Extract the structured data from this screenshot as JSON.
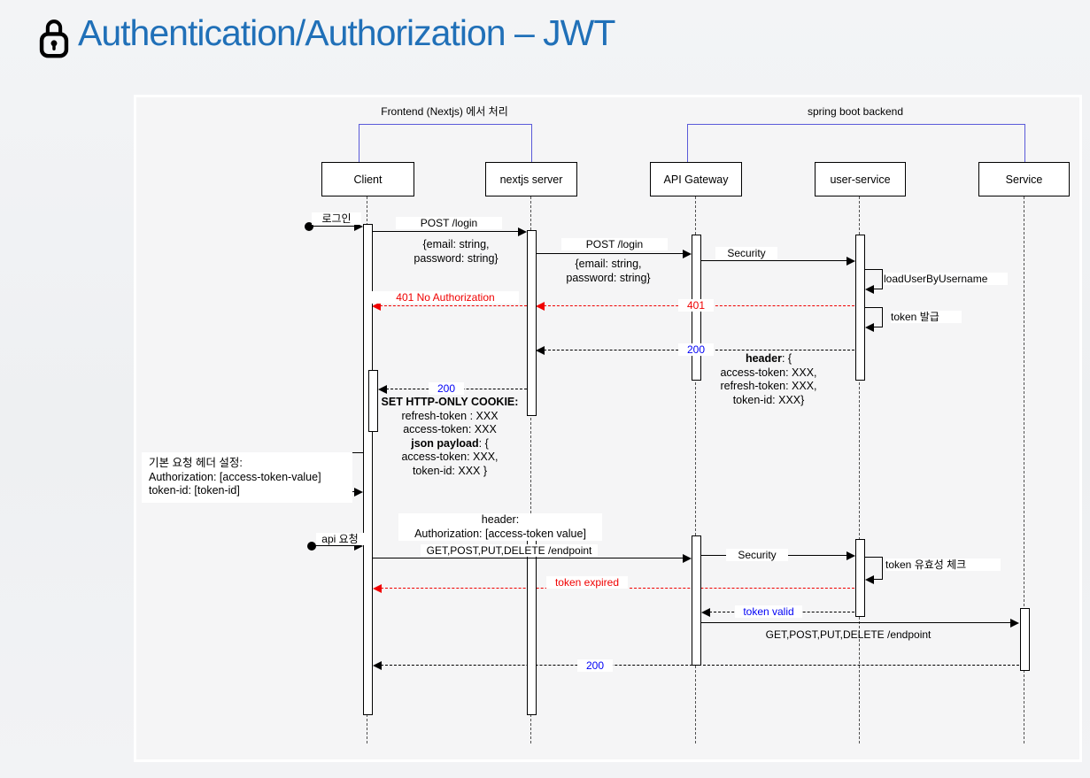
{
  "page": {
    "title": "Authentication/Authorization – JWT"
  },
  "colors": {
    "title_blue": "#2070b8",
    "group_bracket_blue": "#5a5ad9",
    "error_red": "#f00000",
    "status_blue": "#0000f5",
    "card_background": "#f5f5f6",
    "card_border": "#ffffff"
  },
  "diagram": {
    "groups": {
      "frontend": "Frontend (Nextjs) 에서 처리",
      "backend": "spring boot backend"
    },
    "participants": [
      "Client",
      "nextjs server",
      "API Gateway",
      "user-service",
      "Service"
    ],
    "messages": {
      "login_trigger": "로그인",
      "api_trigger": "api 요청",
      "post_login": "POST /login",
      "login_payload": "{email: string,\npassword: string}",
      "security": "Security",
      "load_user": "loadUserByUsername",
      "token_issue": "token 발급",
      "code_401": "401",
      "code_401_text": "401 No Authorization",
      "code_200": "200",
      "token_check": "token 유효성 체크",
      "token_expired": "token expired",
      "token_valid": "token valid",
      "endpoint_call": "GET,POST,PUT,DELETE /endpoint"
    },
    "notes": {
      "response_header": {
        "bold": "header",
        "rest": ": {",
        "line1": "access-token: XXX,",
        "line2": "refresh-token: XXX,",
        "line3": "token-id: XXX}"
      },
      "set_cookie": {
        "title": "SET HTTP-ONLY COOKIE:",
        "line1": "refresh-token : XXX",
        "line2": "access-token: XXX",
        "bold": "json payload",
        "bold_rest": ": {",
        "line3": "access-token: XXX,",
        "line4": "token-id: XXX }"
      },
      "default_header": {
        "line1": "기본 요청 헤더 설정:",
        "line2": "Authorization: [access-token-value]",
        "line3": "token-id: [token-id]"
      },
      "request_header": {
        "line1": "header:",
        "line2": "Authorization: [access-token value]"
      }
    }
  }
}
